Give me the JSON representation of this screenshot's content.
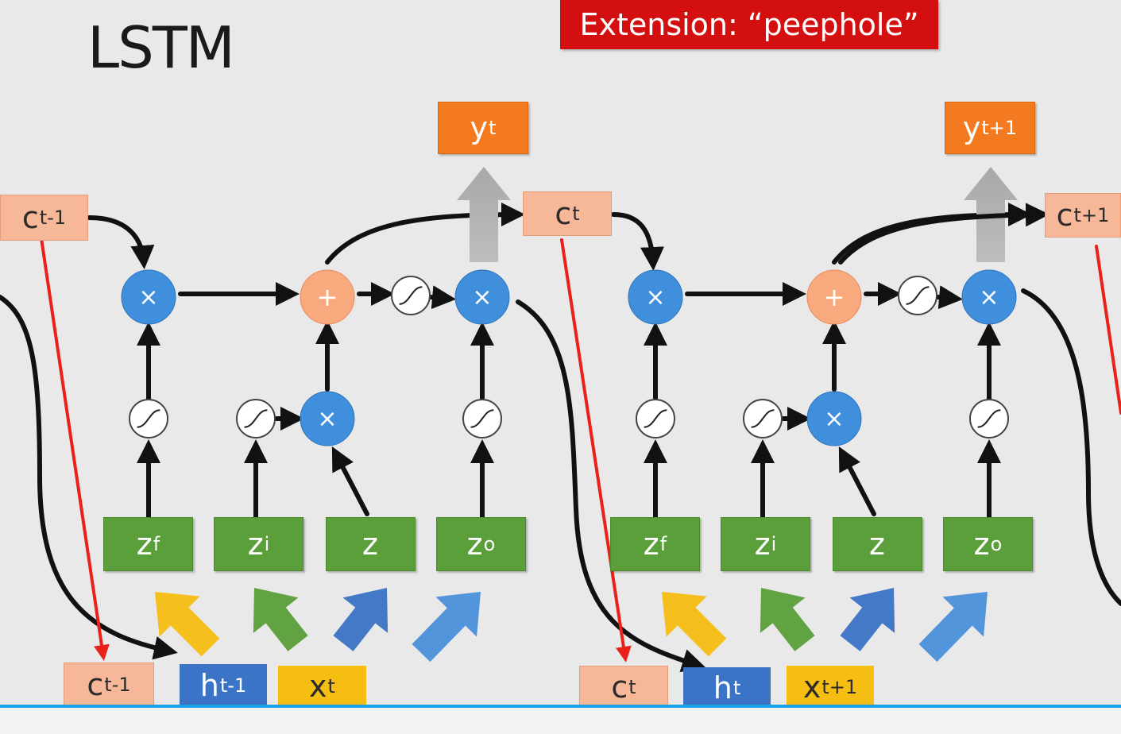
{
  "slide": {
    "title": "LSTM",
    "banner": "Extension: “peephole”"
  },
  "blocks": [
    {
      "y": {
        "base": "y",
        "sup": "t"
      },
      "c_prev": {
        "base": "c",
        "sup": "t-1"
      },
      "gates": [
        {
          "base": "z",
          "sup": "f"
        },
        {
          "base": "z",
          "sup": "i"
        },
        {
          "base": "z",
          "sup": ""
        },
        {
          "base": "z",
          "sup": "o"
        }
      ],
      "inputs": {
        "c": {
          "base": "c",
          "sup": "t-1"
        },
        "h": {
          "base": "h",
          "sup": "t-1"
        },
        "x": {
          "base": "x",
          "sup": "t"
        }
      }
    },
    {
      "y": {
        "base": "y",
        "sup": "t+1"
      },
      "c_prev": {
        "base": "c",
        "sup": "t"
      },
      "gates": [
        {
          "base": "z",
          "sup": "f"
        },
        {
          "base": "z",
          "sup": "i"
        },
        {
          "base": "z",
          "sup": ""
        },
        {
          "base": "z",
          "sup": "o"
        }
      ],
      "inputs": {
        "c": {
          "base": "c",
          "sup": "t"
        },
        "h": {
          "base": "h",
          "sup": "t"
        },
        "x": {
          "base": "x",
          "sup": "t+1"
        }
      }
    }
  ],
  "c_next": {
    "base": "c",
    "sup": "t+1"
  },
  "symbols": {
    "multiply": "×",
    "add": "+"
  },
  "colors": {
    "cell": "#f7b899",
    "output": "#f47a20",
    "gate": "#5a9f3a",
    "hidden": "#3b73c6",
    "input": "#f6bd12",
    "peephole": "#e8221b",
    "multiply_node": "#3f8fdc",
    "add_node": "#f9a97e",
    "arrow_yellow": "#f6bd12",
    "arrow_green": "#5a9f3a",
    "arrow_blue": "#3b73c6",
    "arrow_lightblue": "#4a90d9"
  },
  "icons": [
    "sigmoid-icon",
    "multiply-icon",
    "add-icon"
  ]
}
